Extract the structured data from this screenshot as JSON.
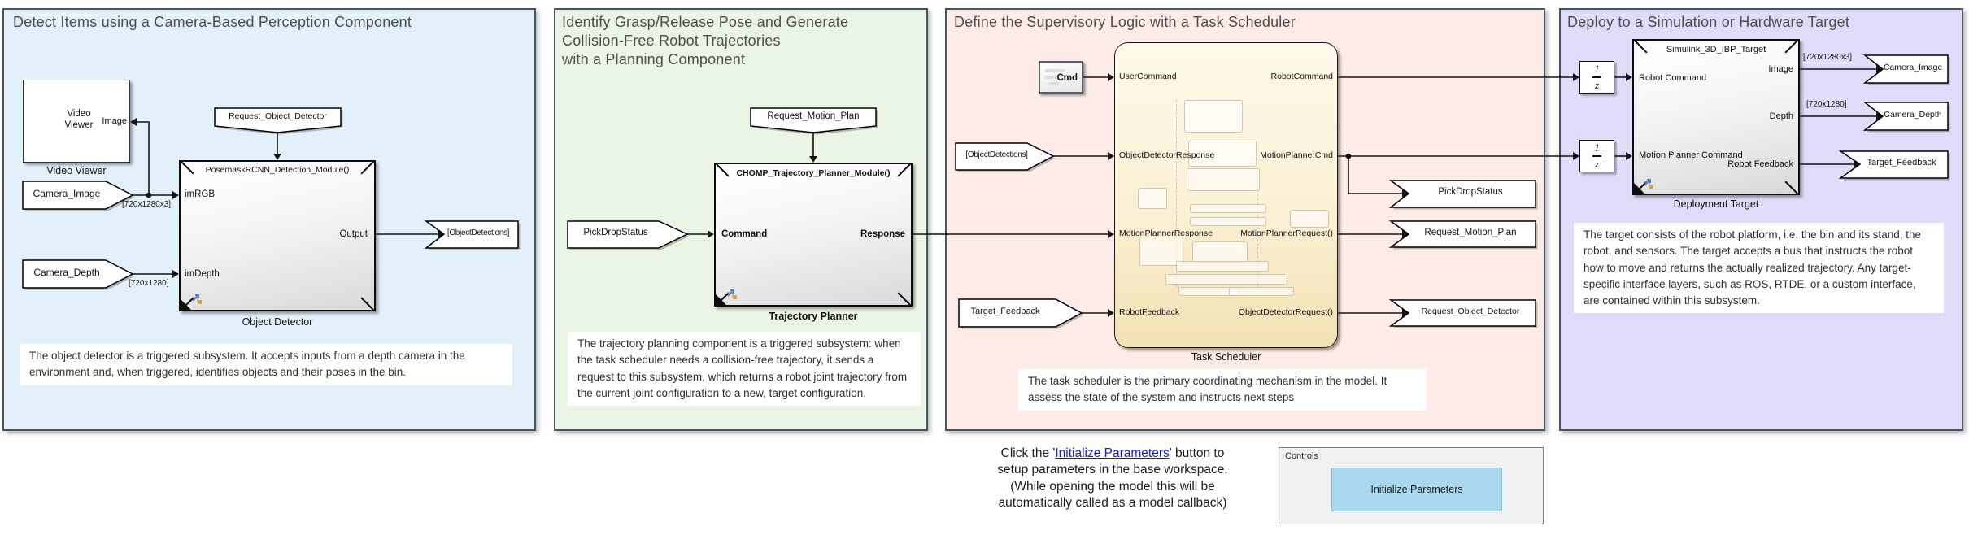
{
  "colors": {
    "panel1_bg": "#e2f0fa",
    "panel2_bg": "#eaf4e4",
    "panel3_bg": "#fcebe7",
    "panel4_bg": "#dedcf8",
    "panel_border": "#47535f",
    "button_bg": "#a9d8ee",
    "link": "#1717e8",
    "chart_fill": "#f9efd0"
  },
  "p1": {
    "title": "Detect Items using a Camera-Based Perception Component",
    "viewer": {
      "text": "Video\nViewer",
      "port": "Image",
      "caption": "Video Viewer"
    },
    "trigger_tag": "Request_Object_Detector",
    "block": {
      "title": "PosemaskRCNN_Detection_Module()",
      "in1": "imRGB",
      "in2": "imDepth",
      "out": "Output",
      "caption": "Object Detector"
    },
    "tag_camera_image": "Camera_Image",
    "dim_image": "[720x1280x3]",
    "tag_camera_depth": "Camera_Depth",
    "dim_depth": "[720x1280]",
    "tag_detections": "[ObjectDetections]",
    "note": "The object detector is a triggered subsystem. It accepts inputs from a depth camera in the environment and, when triggered, identifies objects and their poses in the bin."
  },
  "p2": {
    "title_l1": "Identify Grasp/Release Pose and Generate",
    "title_l2": "Collision-Free Robot Trajectories",
    "title_l3": "with a Planning Component",
    "trigger_tag": "Request_Motion_Plan",
    "tag_pickdrop": "PickDropStatus",
    "block": {
      "title": "CHOMP_Trajectory_Planner_Module()",
      "in": "Command",
      "out": "Response",
      "caption": "Trajectory Planner"
    },
    "note": "The trajectory planning component is a triggered subsystem: when the task scheduler needs a collision-free trajectory, it sends a request to this subsystem, which returns a robot joint trajectory from the current joint configuration to a new, target configuration."
  },
  "p3": {
    "title": "Define the Supervisory Logic with a Task Scheduler",
    "cmd": "Cmd",
    "chart": {
      "caption": "Task Scheduler",
      "in1": "UserCommand",
      "in2": "ObjectDetectorResponse",
      "in3": "MotionPlannerResponse",
      "in4": "RobotFeedback",
      "out1": "RobotCommand",
      "out2": "MotionPlannerCmd",
      "out3": "MotionPlannerRequest()",
      "out4": "ObjectDetectorRequest()"
    },
    "tag_detections": "[ObjectDetections]",
    "tag_target_feedback": "Target_Feedback",
    "tag_pickdrop": "PickDropStatus",
    "tag_req_motion": "Request_Motion_Plan",
    "tag_req_detector": "Request_Object_Detector",
    "note": "The task scheduler is the primary coordinating mechanism in the model. It assess the state of the system and instructs next steps"
  },
  "p4": {
    "title": "Deploy to a Simulation or Hardware Target",
    "delay_num": "1",
    "delay_den": "z",
    "block": {
      "title": "Simulink_3D_IBP_Target",
      "in1": "Robot Command",
      "in2": "Motion Planner Command",
      "out1": "Image",
      "out2": "Depth",
      "out3": "Robot Feedback",
      "caption": "Deployment Target"
    },
    "dim_image": "[720x1280x3]",
    "dim_depth": "[720x1280]",
    "tag_camera_image": "Camera_Image",
    "tag_camera_depth": "Camera_Depth",
    "tag_target_feedback": "Target_Feedback",
    "note": "The target consists of the robot platform, i.e. the bin and its stand, the robot, and sensors. The target accepts a bus that instructs the robot how to move and returns the actually realized trajectory. Any target-specific interface layers, such as ROS, RTDE, or a custom interface, are contained within this subsystem."
  },
  "footer": {
    "line1_pre": "Click the '",
    "link": "Initialize Parameters",
    "line1_post": "' button to",
    "line2": "setup parameters in the base workspace.",
    "line3": "(While opening the model this will be",
    "line4": "automatically called as a model callback)",
    "controls_label": "Controls",
    "button": "Initialize Parameters"
  }
}
